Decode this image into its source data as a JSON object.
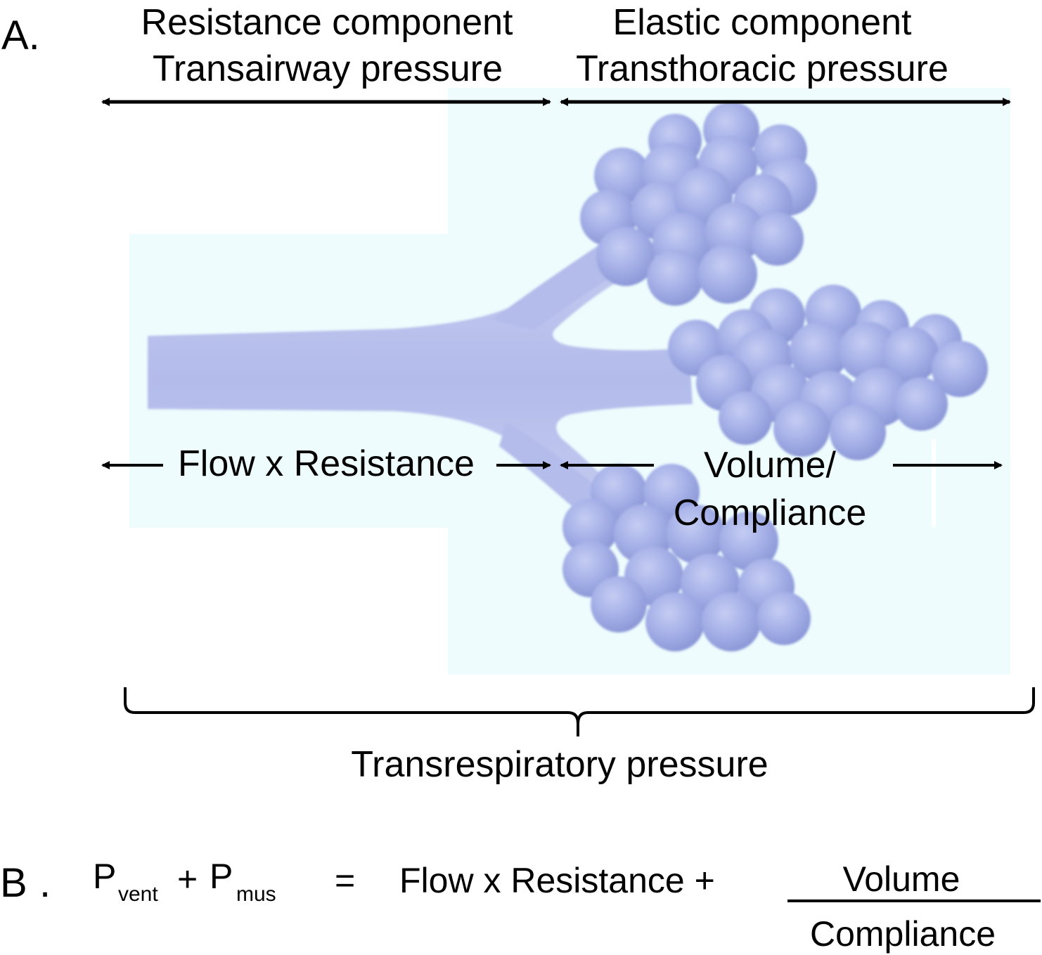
{
  "panel_a": {
    "label": "A.",
    "resistance": {
      "title_line1": "Resistance component",
      "title_line2": "Transairway pressure",
      "formula": "Flow x Resistance"
    },
    "elastic": {
      "title_line1": "Elastic component",
      "title_line2": "Transthoracic pressure",
      "formula_line1": "Volume/",
      "formula_line2": "Compliance"
    },
    "total": "Transrespiratory pressure"
  },
  "panel_b": {
    "label": "B",
    "label_dot": ".",
    "p1": "P",
    "p1_sub": "vent",
    "plus1": "+",
    "p2": "P",
    "p2_sub": "mus",
    "equals": "=",
    "term1": "Flow x Resistance +",
    "numerator": "Volume",
    "denominator": "Compliance"
  },
  "colors": {
    "background_panel": "#eefcfd",
    "airway": "#b7c0ea",
    "alveolus": "#9aa6e0",
    "text": "#000000"
  }
}
